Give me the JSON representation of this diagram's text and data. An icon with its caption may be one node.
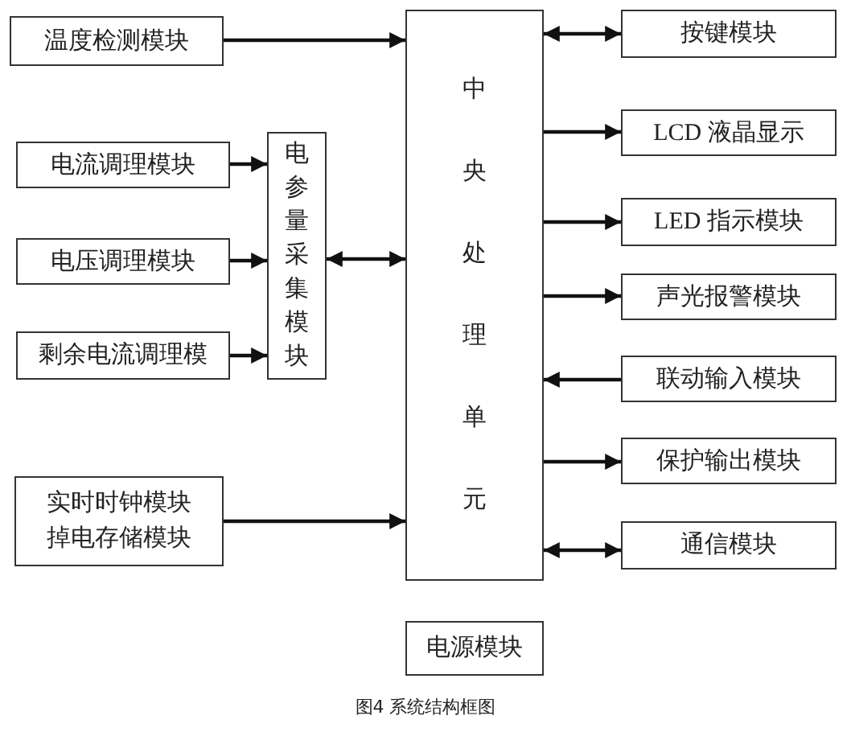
{
  "diagram": {
    "caption": "图4 系统结构框图",
    "nodes": [
      {
        "text": [
          "温度检测模块"
        ]
      },
      {
        "text": [
          "电流调理模块"
        ]
      },
      {
        "text": [
          "电压调理模块"
        ]
      },
      {
        "text": [
          "剩余电流调理模"
        ]
      },
      {
        "text": [
          "电参量采集模块"
        ]
      },
      {
        "text": [
          "实时时钟模块",
          "掉电存储模块"
        ]
      },
      {
        "text": [
          "中央处理单元"
        ]
      },
      {
        "text": [
          "按键模块"
        ]
      },
      {
        "text": [
          "LCD 液晶显示"
        ]
      },
      {
        "text": [
          "LED 指示模块"
        ]
      },
      {
        "text": [
          "声光报警模块"
        ]
      },
      {
        "text": [
          "联动输入模块"
        ]
      },
      {
        "text": [
          "保护输出模块"
        ]
      },
      {
        "text": [
          "通信模块"
        ]
      },
      {
        "text": [
          "电源模块"
        ]
      }
    ],
    "edges": [
      {
        "from": 0,
        "to": 6,
        "arrow": "to"
      },
      {
        "from": 1,
        "to": 4,
        "arrow": "to"
      },
      {
        "from": 2,
        "to": 4,
        "arrow": "to"
      },
      {
        "from": 3,
        "to": 4,
        "arrow": "to"
      },
      {
        "from": 4,
        "to": 6,
        "arrow": "both"
      },
      {
        "from": 5,
        "to": 6,
        "arrow": "to"
      },
      {
        "from": 6,
        "to": 7,
        "arrow": "both"
      },
      {
        "from": 6,
        "to": 8,
        "arrow": "to"
      },
      {
        "from": 6,
        "to": 9,
        "arrow": "to"
      },
      {
        "from": 6,
        "to": 10,
        "arrow": "to"
      },
      {
        "from": 11,
        "to": 6,
        "arrow": "to"
      },
      {
        "from": 6,
        "to": 12,
        "arrow": "to"
      },
      {
        "from": 6,
        "to": 13,
        "arrow": "both"
      }
    ]
  }
}
